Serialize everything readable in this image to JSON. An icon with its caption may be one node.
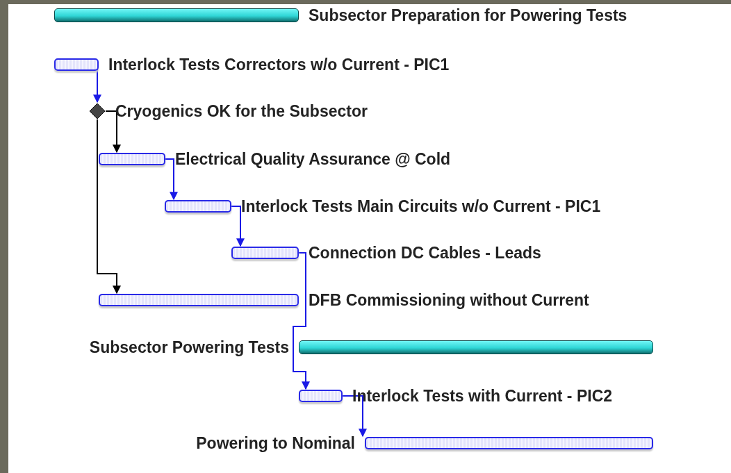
{
  "diagram": {
    "nodes": [
      {
        "text": [
          "Subsector Preparation for Powering Tests"
        ]
      },
      {
        "text": [
          "Interlock Tests Correctors w/o Current - PIC1"
        ]
      },
      {
        "text": [
          "Cryogenics OK for the Subsector"
        ]
      },
      {
        "text": [
          "Electrical Quality Assurance @ Cold"
        ]
      },
      {
        "text": [
          "Interlock Tests Main Circuits w/o Current - PIC1"
        ]
      },
      {
        "text": [
          "Connection DC Cables - Leads"
        ]
      },
      {
        "text": [
          "DFB Commissioning without Current"
        ]
      },
      {
        "text": [
          "Subsector Powering Tests"
        ]
      },
      {
        "text": [
          "Interlock Tests with Current - PIC2"
        ]
      },
      {
        "text": [
          "Powering to Nominal"
        ]
      }
    ],
    "edges": [
      {
        "from": 1,
        "to": 2,
        "arrow": "to"
      },
      {
        "from": 2,
        "to": 3,
        "arrow": "to",
        "color": "#000000"
      },
      {
        "from": 2,
        "to": 6,
        "arrow": "to",
        "color": "#000000"
      },
      {
        "from": 3,
        "to": 4,
        "arrow": "to"
      },
      {
        "from": 4,
        "to": 5,
        "arrow": "to"
      },
      {
        "from": 5,
        "to": 8,
        "arrow": "to"
      },
      {
        "from": 8,
        "to": 9,
        "arrow": "to"
      }
    ]
  }
}
